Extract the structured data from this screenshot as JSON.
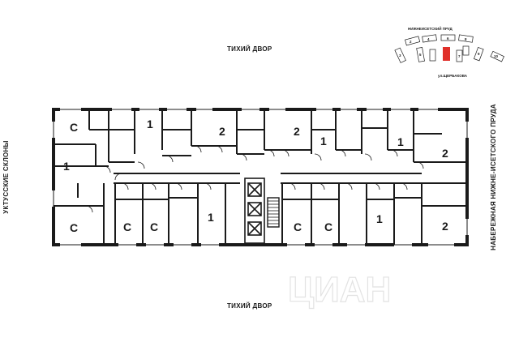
{
  "labels": {
    "top": "ТИХИЙ ДВОР",
    "bottom": "ТИХИЙ ДВОР",
    "left": "УКТУССКИЕ СКЛОНЫ",
    "right": "НАБЕРЕЖНАЯ НИЖНЕ-ИСЕТСКОГО ПРУДА"
  },
  "keymap": {
    "north_label": "НИЖНЕИСЕТСКИЙ ПРУД",
    "south_label": "ул.ЩЕРБАКОВА",
    "sections": [
      "2",
      "4",
      "6",
      "8",
      "3",
      "5",
      "7",
      "9",
      "10"
    ],
    "highlight_color": "#e0302a"
  },
  "apartments": {
    "top_row": [
      "С",
      "1",
      "2",
      "2",
      "1",
      "1",
      "2"
    ],
    "left": [
      "1",
      "С"
    ],
    "bottom_row": [
      "С",
      "С",
      "1",
      "С",
      "С",
      "1",
      "2"
    ]
  },
  "watermark": "ЦИАН",
  "colors": {
    "wall": "#1a1a1a",
    "background": "#ffffff",
    "accent": "#e0302a"
  }
}
